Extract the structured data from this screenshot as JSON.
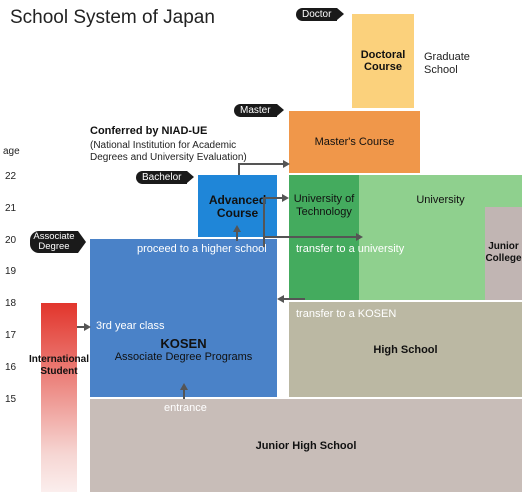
{
  "title": "School System of Japan",
  "y_axis": {
    "label": "age",
    "ticks": [
      "22",
      "21",
      "20",
      "19",
      "18",
      "17",
      "16",
      "15"
    ]
  },
  "degree_tags": {
    "doctor": "Doctor",
    "master": "Master",
    "bachelor": "Bachelor",
    "associate_line1": "Associate",
    "associate_line2": "Degree"
  },
  "niad": {
    "heading": "Conferred by NIAD-UE",
    "line1": "(National Institution for Academic",
    "line2": "Degrees and University Evaluation)"
  },
  "boxes": {
    "doctoral_line1": "Doctoral",
    "doctoral_line2": "Course",
    "graduate_line1": "Graduate",
    "graduate_line2": "School",
    "masters": "Master's Course",
    "advanced_line1": "Advanced",
    "advanced_line2": "Course",
    "uot_line1": "University of",
    "uot_line2": "Technology",
    "university": "University",
    "junior_college_line1": "Junior",
    "junior_college_line2": "College",
    "kosen_title": "KOSEN",
    "kosen_sub": "Associate Degree Programs",
    "high_school": "High School",
    "junior_high": "Junior High School",
    "international_line1": "International",
    "international_line2": "Student"
  },
  "paths": {
    "higher_school": "proceed to a higher school",
    "to_university": "transfer to a university",
    "to_kosen": "transfer to a KOSEN",
    "third_year": "3rd year class",
    "entrance": "entrance"
  },
  "colors": {
    "doctoral": "#fbd17c",
    "masters": "#f0974a",
    "advanced": "#1f86d8",
    "kosen": "#4a82c8",
    "uot": "#44ab5e",
    "university": "#8fd08e",
    "junior_college": "#c1b5b3",
    "high_school": "#bbb8a3",
    "junior_high": "#c8bdb8",
    "international_top": "#e2352c"
  }
}
